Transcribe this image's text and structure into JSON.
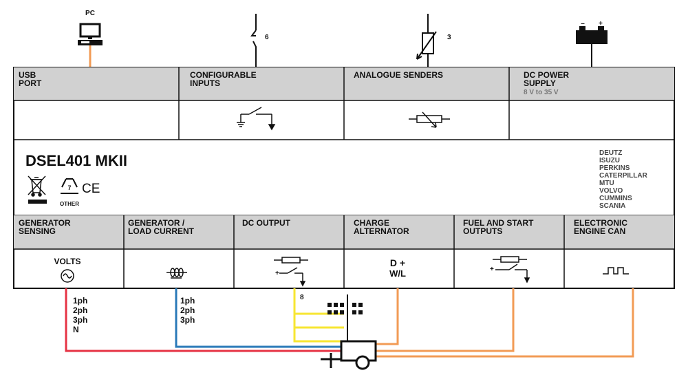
{
  "top_devices": {
    "pc_label": "PC",
    "inputs_count": "6",
    "senders_count": "3",
    "battery_minus": "–",
    "battery_plus": "+"
  },
  "top_blocks": [
    {
      "line1": "USB",
      "line2": "PORT"
    },
    {
      "line1": "CONFIGURABLE",
      "line2": "INPUTS"
    },
    {
      "line1": "ANALOGUE SENDERS",
      "line2": ""
    },
    {
      "line1": "DC POWER",
      "line2": "SUPPLY",
      "sub": "8 V to 35 V"
    }
  ],
  "module": {
    "title": "DSEL401 MKII",
    "recycle_number": "7",
    "recycle_label": "OTHER",
    "ce_mark": "CE",
    "engines": [
      "DEUTZ",
      "ISUZU",
      "PERKINS",
      "CATERPILLAR",
      "MTU",
      "VOLVO",
      "CUMMINS",
      "SCANIA"
    ]
  },
  "bottom_blocks": [
    {
      "line1": "GENERATOR",
      "line2": "SENSING"
    },
    {
      "line1": "GENERATOR /",
      "line2": "LOAD CURRENT"
    },
    {
      "line1": "DC OUTPUT",
      "line2": ""
    },
    {
      "line1": "CHARGE",
      "line2": "ALTERNATOR"
    },
    {
      "line1": "FUEL AND START",
      "line2": "OUTPUTS"
    },
    {
      "line1": "ELECTRONIC",
      "line2": "ENGINE CAN"
    }
  ],
  "bottom_symbols": {
    "volts": "VOLTS",
    "d_plus": "D +",
    "wl": "W/L",
    "dc_plus": "+",
    "fuel_plus": "+"
  },
  "wiring": {
    "sensing_phases": [
      "1ph",
      "2ph",
      "3ph",
      "N"
    ],
    "current_phases": [
      "1ph",
      "2ph",
      "3ph"
    ],
    "dc_outputs_count": "8"
  },
  "colors": {
    "header_fill": "#d1d1d1",
    "usb_wire": "#f29b55",
    "sensing_wire": "#e63344",
    "current_wire": "#2a7ab8",
    "dc_output_wire": "#f7e632",
    "charge_wire": "#f29b55"
  }
}
